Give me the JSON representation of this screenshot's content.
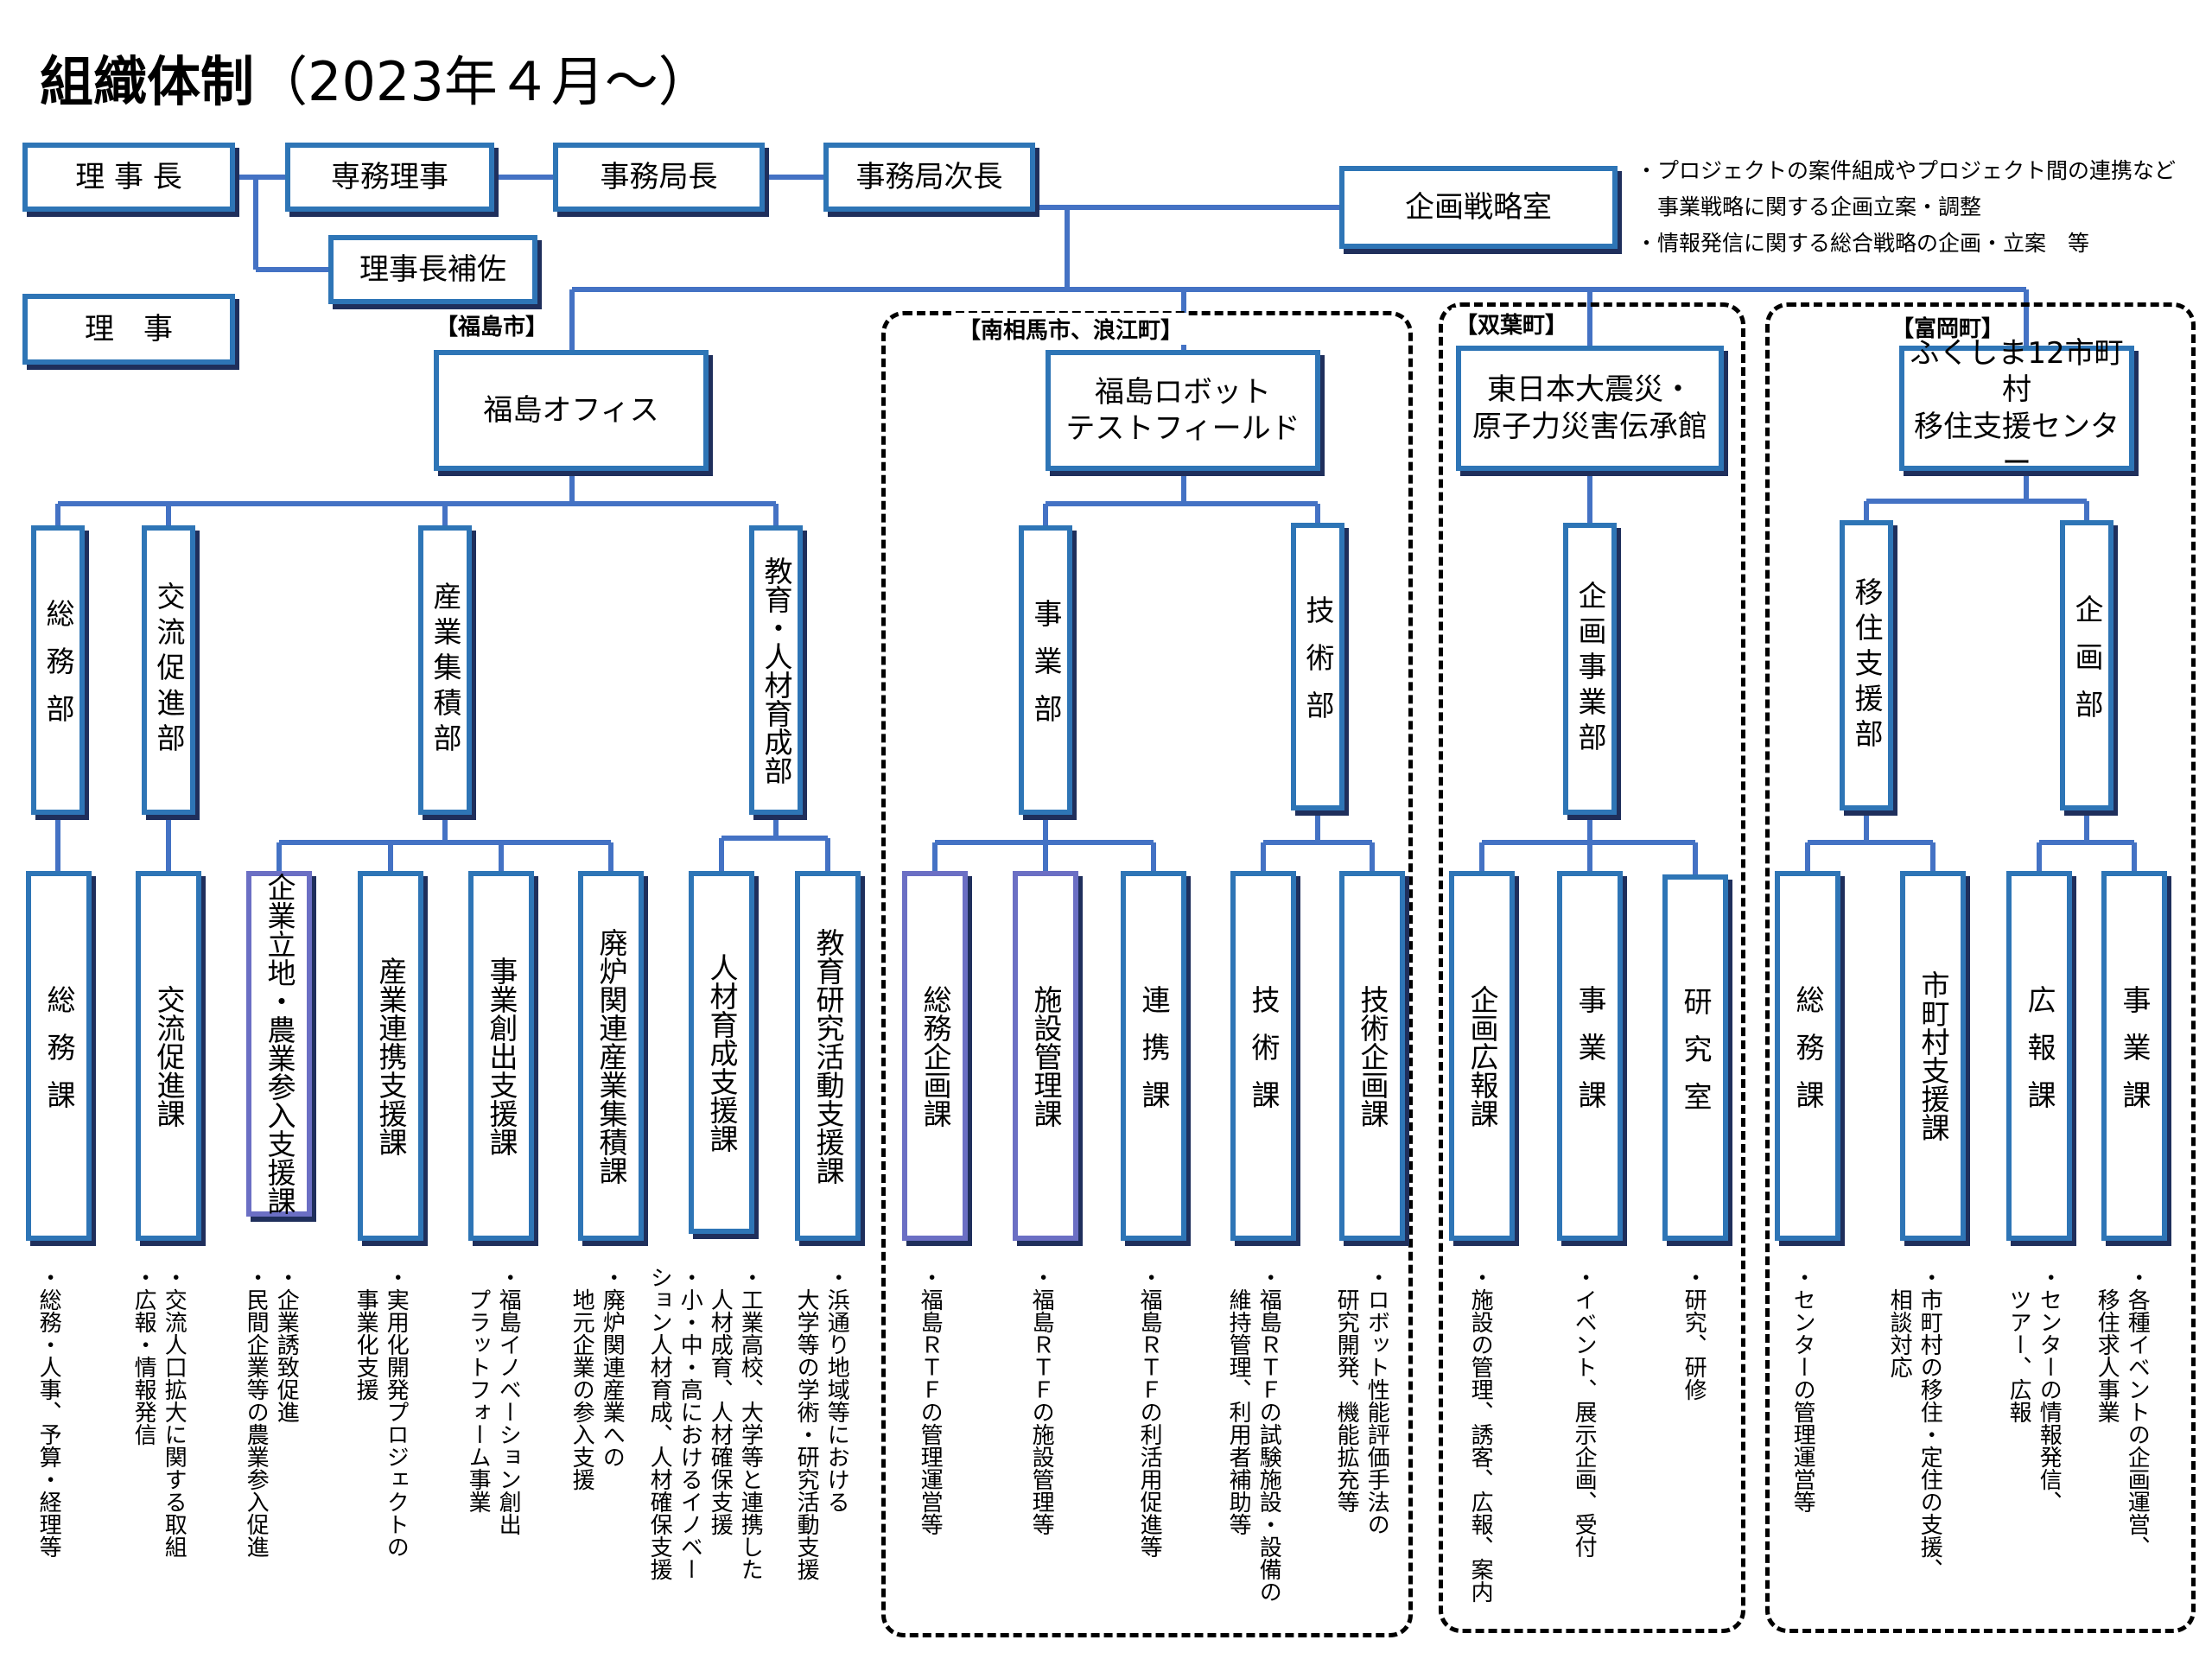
{
  "title": {
    "main": "組織体制",
    "sub": "（2023年４月～）"
  },
  "top": {
    "chairman": "理 事 長",
    "executive_director": "専務理事",
    "secretary_general": "事務局長",
    "deputy_secretary_general": "事務局次長",
    "chairman_assistant": "理事長補佐",
    "director": "理　事",
    "strategy_office": "企画戦略室",
    "strategy_notes": [
      "・プロジェクトの案件組成やプロジェクト間の連携など",
      "　事業戦略に関する企画立案・調整",
      "・情報発信に関する総合戦略の企画・立案　等"
    ]
  },
  "locations": {
    "fukushima_city": "【福島市】",
    "minamisoma": "【南相馬市、浪江町】",
    "futaba": "【双葉町】",
    "tomioka": "【富岡町】"
  },
  "offices": {
    "fukushima_office": "福島オフィス",
    "rtf_line1": "福島ロボット",
    "rtf_line2": "テストフィールド",
    "museum_line1": "東日本大震災・",
    "museum_line2": "原子力災害伝承館",
    "migration_line1": "ふくしま12市町村",
    "migration_line2": "移住支援センター"
  },
  "departments": {
    "general_affairs": "総務部",
    "exchange": "交流促進部",
    "industry": "産業集積部",
    "education": "教育・人材育成部",
    "rtf_business": "事業部",
    "rtf_technical": "技術部",
    "museum_planning": "企画事業部",
    "migration_support": "移住支援部",
    "migration_planning": "企画部"
  },
  "sections": [
    {
      "name": "総務課",
      "desc": "・総務・人事、予算・経理等"
    },
    {
      "name": "交流促進課",
      "desc": "・交流人口拡大に関する取組\n・広報・情報発信"
    },
    {
      "name": "企業立地・農業参入支援課",
      "desc": "・企業誘致促進\n・民間企業等の農業参入促進"
    },
    {
      "name": "産業連携支援課",
      "desc": "・実用化開発プロジェクトの\n　事業化支援"
    },
    {
      "name": "事業創出支援課",
      "desc": "・福島イノベーション創出\n　プラットフォーム事業"
    },
    {
      "name": "廃炉関連産業集積課",
      "desc": "・廃炉関連産業への\n　地元企業の参入支援"
    },
    {
      "name": "人材育成支援課",
      "desc": "・工業高校、大学等と連携した\n　人材成育、人材確保支援\n・小・中・高におけるイノベー\nション人材育成、人材確保支援"
    },
    {
      "name": "教育研究活動支援課",
      "desc": "・浜通り地域等における\n　大学等の学術・研究活動支援"
    },
    {
      "name": "総務企画課",
      "desc": "・福島ＲＴＦの管理運営等"
    },
    {
      "name": "施設管理課",
      "desc": "・福島ＲＴＦの施設管理等"
    },
    {
      "name": "連携課",
      "desc": "・福島ＲＴＦの利活用促進等"
    },
    {
      "name": "技術課",
      "desc": "・福島ＲＴＦの試験施設・設備の\n　維持管理、利用者補助等"
    },
    {
      "name": "技術企画課",
      "desc": "・ロボット性能評価手法の\n　研究開発、機能拡充等"
    },
    {
      "name": "企画広報課",
      "desc": "・施設の管理、誘客、広報、案内"
    },
    {
      "name": "事業課",
      "desc": "・イベント、展示企画、受付"
    },
    {
      "name": "研究室",
      "desc": "・研究、研修"
    },
    {
      "name": "総務課",
      "desc": "・センターの管理運営等"
    },
    {
      "name": "市町村支援課",
      "desc": "・市町村の移住・定住の支援、\n　相談対応"
    },
    {
      "name": "広報課",
      "desc": "・センターの情報発信、\n　ツアー、広報"
    },
    {
      "name": "事業課",
      "desc": "・各種イベントの企画運営、\n　移住求人事業"
    }
  ],
  "colors": {
    "line": "#4472c4",
    "border": "#2e75b6",
    "shadow": "#1f2f5c"
  }
}
